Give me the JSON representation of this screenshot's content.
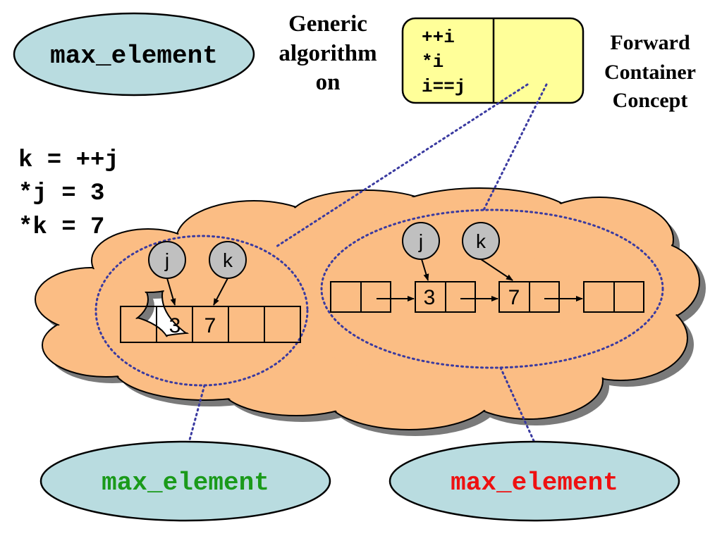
{
  "top_left_bubble": {
    "label": "max_element"
  },
  "generic_caption": {
    "line1": "Generic",
    "line2": "algorithm",
    "line3": "on"
  },
  "concept_box": {
    "ops": [
      "++i",
      "*i",
      "i==j"
    ]
  },
  "concept_caption": {
    "line1": "Forward",
    "line2": "Container",
    "line3": "Concept"
  },
  "code_lines": [
    "k = ++j",
    "*j = 3",
    "*k = 7"
  ],
  "array_model": {
    "iterators": [
      "j",
      "k"
    ],
    "cells": [
      "",
      "3",
      "7",
      "",
      ""
    ]
  },
  "list_model": {
    "iterators": [
      "j",
      "k"
    ],
    "nodes": [
      {
        "value": ""
      },
      {
        "value": "3"
      },
      {
        "value": "7"
      },
      {
        "value": ""
      }
    ]
  },
  "bottom_left_bubble": {
    "label": "max_element",
    "color": "#1a9a1a"
  },
  "bottom_right_bubble": {
    "label": "max_element",
    "color": "#ee1111"
  },
  "colors": {
    "bubble_fill": "#b9dce0",
    "concept_fill": "#ffff99",
    "cloud_fill": "#fbbd84",
    "iterator_fill": "#c0c0c0",
    "dotted": "#3a3aa0"
  }
}
